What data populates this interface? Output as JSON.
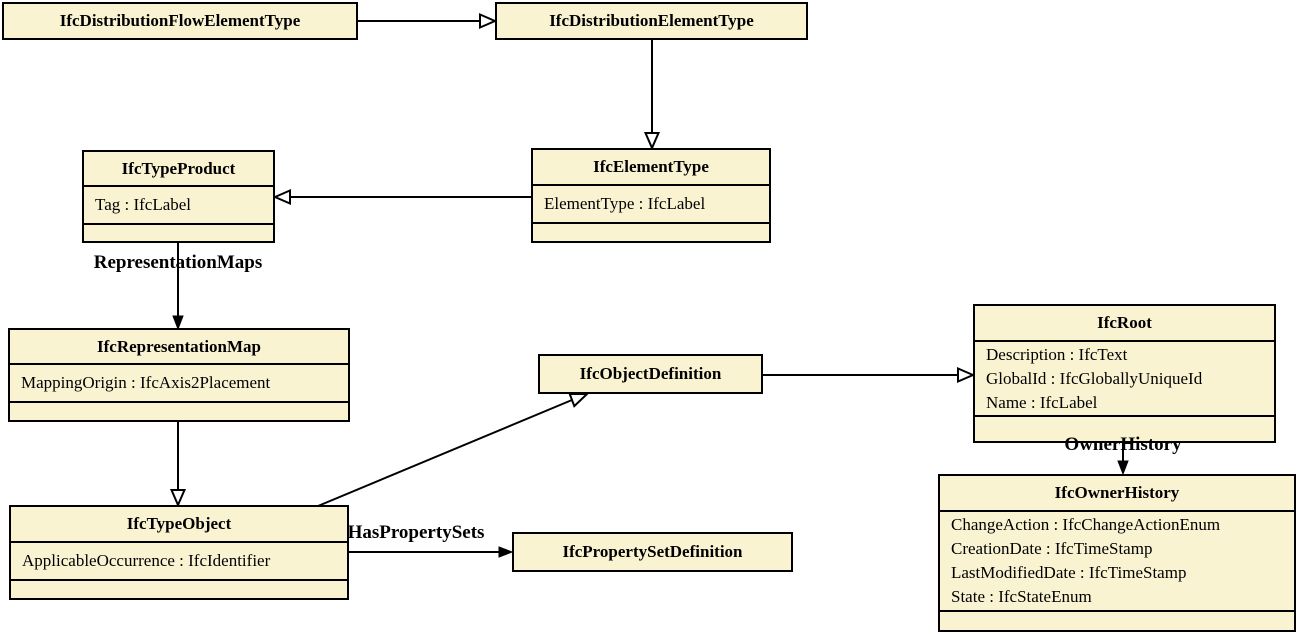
{
  "diagram": {
    "kind": "uml-class-diagram",
    "colors": {
      "class_fill": "#faf3d2",
      "class_border": "#000000",
      "edge_color": "#000000",
      "background": "#ffffff",
      "text_color": "#000000"
    }
  },
  "classes": [
    {
      "name": "IfcDistributionFlowElementType",
      "attributes": []
    },
    {
      "name": "IfcDistributionElementType",
      "attributes": []
    },
    {
      "name": "IfcTypeProduct",
      "attributes": [
        "Tag : IfcLabel"
      ]
    },
    {
      "name": "IfcElementType",
      "attributes": [
        "ElementType : IfcLabel"
      ]
    },
    {
      "name": "IfcRepresentationMap",
      "attributes": [
        "MappingOrigin : IfcAxis2Placement"
      ]
    },
    {
      "name": "IfcObjectDefinition",
      "attributes": []
    },
    {
      "name": "IfcRoot",
      "attributes": [
        "Description : IfcText",
        "GlobalId : IfcGloballyUniqueId",
        "Name : IfcLabel"
      ]
    },
    {
      "name": "IfcTypeObject",
      "attributes": [
        "ApplicableOccurrence : IfcIdentifier"
      ]
    },
    {
      "name": "IfcPropertySetDefinition",
      "attributes": []
    },
    {
      "name": "IfcOwnerHistory",
      "attributes": [
        "ChangeAction : IfcChangeActionEnum",
        "CreationDate : IfcTimeStamp",
        "LastModifiedDate : IfcTimeStamp",
        "State : IfcStateEnum"
      ]
    }
  ],
  "relationships": [
    {
      "from": "IfcDistributionFlowElementType",
      "to": "IfcDistributionElementType",
      "type": "generalization",
      "label": ""
    },
    {
      "from": "IfcDistributionElementType",
      "to": "IfcElementType",
      "type": "generalization",
      "label": ""
    },
    {
      "from": "IfcElementType",
      "to": "IfcTypeProduct",
      "type": "generalization",
      "label": ""
    },
    {
      "from": "IfcTypeProduct",
      "to": "IfcRepresentationMap",
      "type": "association",
      "label": "RepresentationMaps"
    },
    {
      "from": "IfcTypeProduct",
      "to": "IfcTypeObject",
      "type": "generalization",
      "label": ""
    },
    {
      "from": "IfcTypeObject",
      "to": "IfcObjectDefinition",
      "type": "generalization",
      "label": ""
    },
    {
      "from": "IfcObjectDefinition",
      "to": "IfcRoot",
      "type": "generalization",
      "label": ""
    },
    {
      "from": "IfcRoot",
      "to": "IfcOwnerHistory",
      "type": "association",
      "label": "OwnerHistory"
    },
    {
      "from": "IfcTypeObject",
      "to": "IfcPropertySetDefinition",
      "type": "association",
      "label": "HasPropertySets"
    }
  ]
}
